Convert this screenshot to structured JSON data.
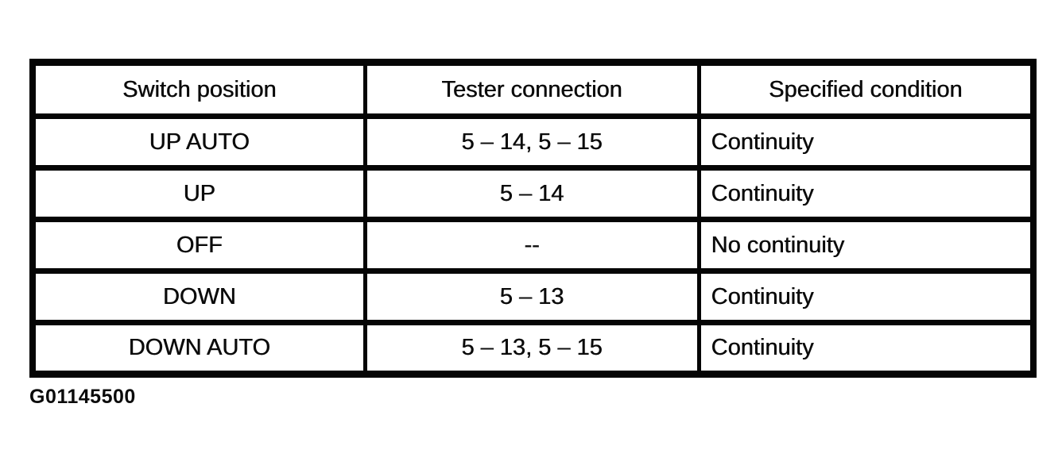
{
  "figure_id": "G01145500",
  "table": {
    "headers": {
      "switch_position": "Switch position",
      "tester_connection": "Tester connection",
      "specified_condition": "Specified condition"
    },
    "rows": [
      {
        "switch_position": "UP AUTO",
        "tester_connection": "5 – 14, 5 – 15",
        "specified_condition": "Continuity"
      },
      {
        "switch_position": "UP",
        "tester_connection": "5 – 14",
        "specified_condition": "Continuity"
      },
      {
        "switch_position": "OFF",
        "tester_connection": "--",
        "specified_condition": "No continuity"
      },
      {
        "switch_position": "DOWN",
        "tester_connection": "5 – 13",
        "specified_condition": "Continuity"
      },
      {
        "switch_position": "DOWN AUTO",
        "tester_connection": "5 – 13, 5 – 15",
        "specified_condition": "Continuity"
      }
    ]
  },
  "colors": {
    "ink": "#0b0b0b",
    "paper": "#ffffff"
  }
}
